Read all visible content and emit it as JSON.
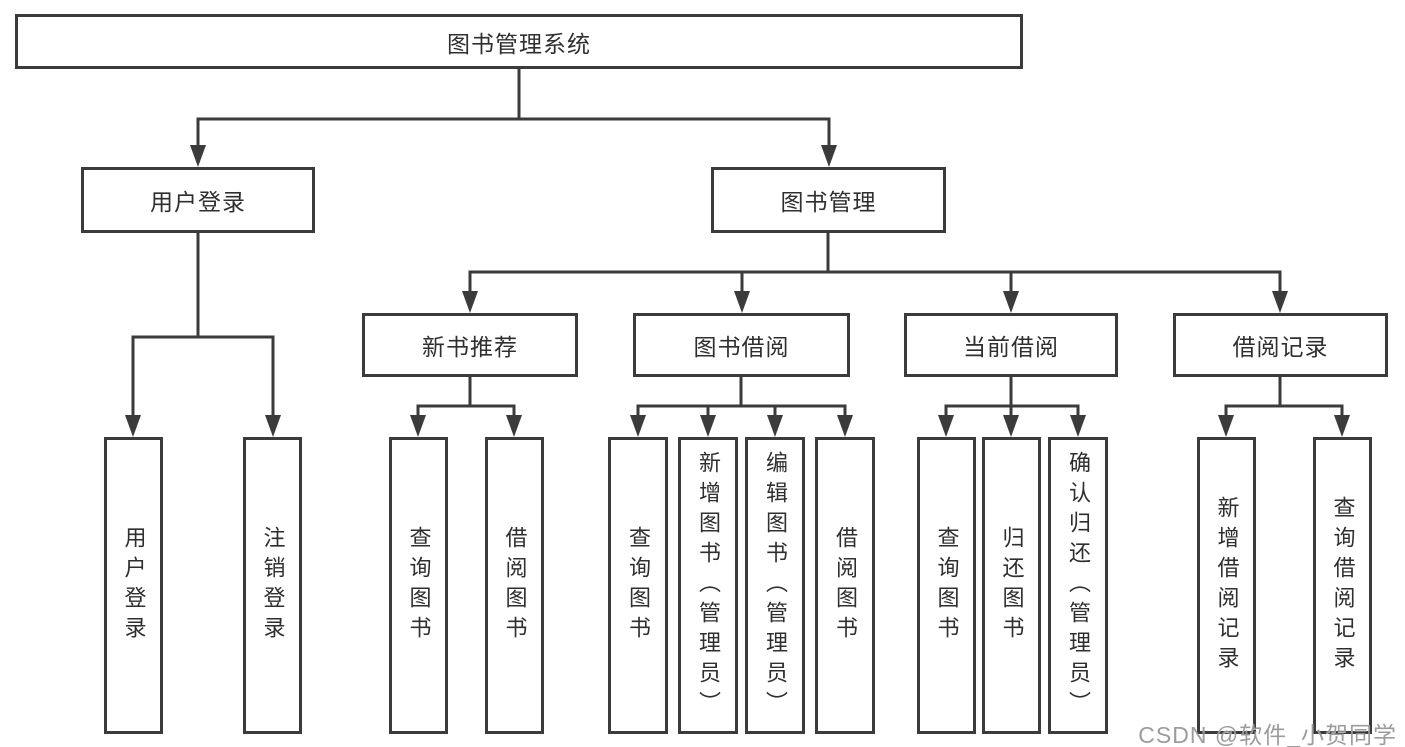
{
  "diagram": {
    "title": "图书管理系统",
    "root": {
      "label": "图书管理系统"
    },
    "level2": [
      {
        "id": "user-login",
        "label": "用户登录"
      },
      {
        "id": "book-management",
        "label": "图书管理"
      }
    ],
    "level3": [
      {
        "id": "new-book-recommend",
        "label": "新书推荐"
      },
      {
        "id": "book-borrow",
        "label": "图书借阅"
      },
      {
        "id": "current-borrow",
        "label": "当前借阅"
      },
      {
        "id": "borrow-records",
        "label": "借阅记录"
      }
    ],
    "leaves": {
      "user_login": [
        {
          "label": "用户登录"
        },
        {
          "label": "注销登录"
        }
      ],
      "new_book": [
        {
          "label": "查询图书"
        },
        {
          "label": "借阅图书"
        }
      ],
      "book_borrow": [
        {
          "label": "查询图书"
        },
        {
          "label": "新增图书（管理员）"
        },
        {
          "label": "编辑图书（管理员）"
        },
        {
          "label": "借阅图书"
        }
      ],
      "current_borrow": [
        {
          "label": "查询图书"
        },
        {
          "label": "归还图书"
        },
        {
          "label": "确认归还（管理员）"
        }
      ],
      "borrow_records": [
        {
          "label": "新增借阅记录"
        },
        {
          "label": "查询借阅记录"
        }
      ]
    },
    "colors": {
      "line": "#3b3b3b",
      "text": "#2f2f2f",
      "box_background": "#ffffff",
      "watermark": "#919191"
    }
  },
  "watermark": {
    "text": "CSDN @软件_小贺同学"
  }
}
